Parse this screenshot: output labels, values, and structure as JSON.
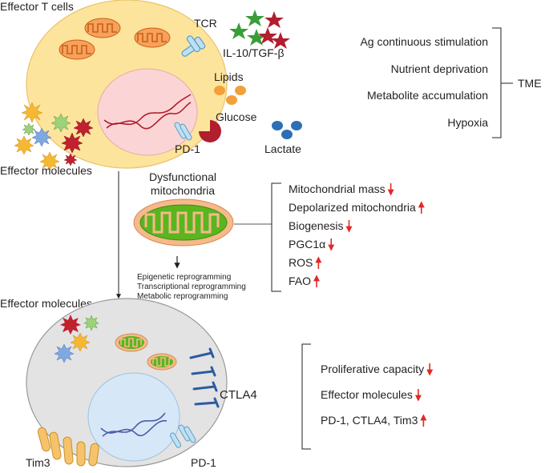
{
  "top": {
    "title": "Effector T cells",
    "tcr": "TCR",
    "cytokines": "IL-10/TGF-β",
    "lipids": "Lipids",
    "glucose": "Glucose",
    "pd1": "PD-1",
    "lactate": "Lactate",
    "effector_molecules": "Effector molecules"
  },
  "tme": {
    "label": "TME",
    "items": [
      "Ag continuous stimulation",
      "Nutrient deprivation",
      "Metabolite accumulation",
      "Hypoxia"
    ]
  },
  "middle": {
    "title_line1": "Dysfunctional",
    "title_line2": "mitochondria",
    "reprogramming": [
      "Epigenetic reprogramming",
      "Transcriptional reprogramming",
      "Metabolic reprogramming"
    ],
    "changes": [
      {
        "label": "Mitochondrial mass",
        "dir": "down"
      },
      {
        "label": "Depolarized mitochondria",
        "dir": "up"
      },
      {
        "label": "Biogenesis",
        "dir": "down"
      },
      {
        "label": "PGC1α",
        "dir": "down"
      },
      {
        "label": "ROS",
        "dir": "up"
      },
      {
        "label": "FAO",
        "dir": "up"
      }
    ]
  },
  "bottom": {
    "title": "Effector molecules",
    "ctla4": "CTLA4",
    "tim3": "Tim3",
    "pd1": "PD-1",
    "outcomes": [
      {
        "label": "Proliferative capacity",
        "dir": "down"
      },
      {
        "label": "Effector molecules",
        "dir": "down"
      },
      {
        "label": "PD-1, CTLA4, Tim3",
        "dir": "up"
      }
    ]
  },
  "colors": {
    "cell_top": "#fde49c",
    "nucleus_top": "#fbd5d5",
    "cell_bottom": "#e3e3e3",
    "nucleus_bottom": "#d6e8f7",
    "mito_orange": "#e07b2e",
    "mito_green": "#5bb51f",
    "arrow_red": "#e02a26"
  }
}
